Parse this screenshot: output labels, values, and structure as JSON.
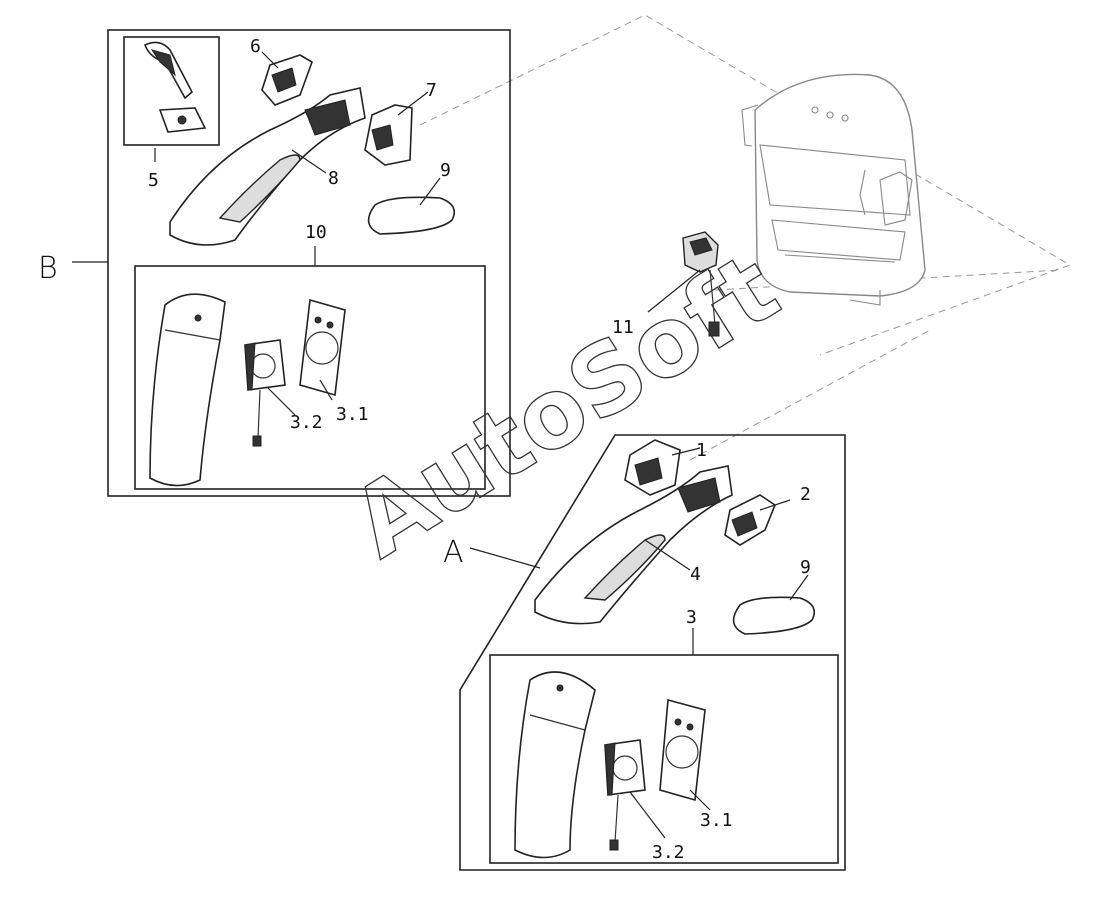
{
  "labels": {
    "view_a": "A",
    "view_b": "B",
    "part_1": "1",
    "part_2": "2",
    "part_3": "3",
    "part_3_1": "3.1",
    "part_3_2": "3.2",
    "part_4": "4",
    "part_5": "5",
    "part_6": "6",
    "part_7": "7",
    "part_8": "8",
    "part_9": "9",
    "part_10": "10",
    "part_11": "11"
  },
  "watermark": "AutoSoft",
  "colors": {
    "line": "#222222",
    "dashed": "#999999",
    "bus_outline": "#888888",
    "background": "#ffffff"
  }
}
